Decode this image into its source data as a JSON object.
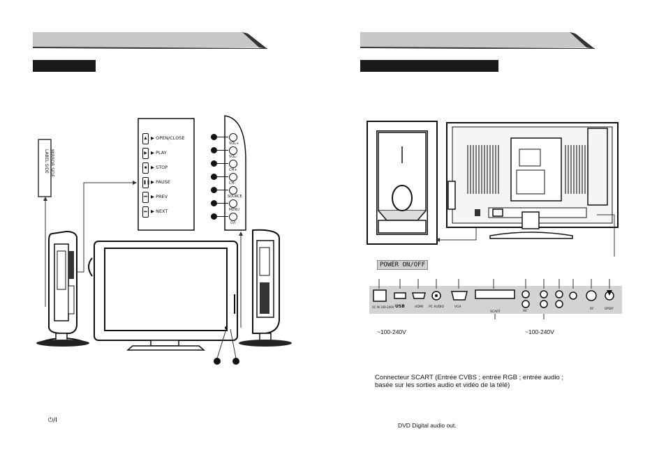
{
  "left_page": {
    "buttons": [
      {
        "icon": "eject-icon",
        "label": "OPEN/CLOSE"
      },
      {
        "icon": "play-icon",
        "label": "PLAY"
      },
      {
        "icon": "stop-icon",
        "label": "STOP"
      },
      {
        "icon": "pause-icon",
        "label": "PAUSE"
      },
      {
        "icon": "prev-icon",
        "label": "PREV"
      },
      {
        "icon": "next-icon",
        "label": "NEXT"
      }
    ],
    "side_buttons": [
      "VOL+",
      "VOL-",
      "CH+",
      "CH-",
      "SOURCE",
      "MENU",
      "⏻/I"
    ],
    "disc_labels": [
      "LABEL SIDE",
      "MIRROR SIDE"
    ],
    "power_note": "⏻/I"
  },
  "right_page": {
    "power_label": "POWER ON/OFF",
    "ports": [
      "AC IN 100-240V",
      "USB",
      "HDMI",
      "PC AUDIO",
      "VGA",
      "SCART",
      "AV",
      "RF",
      "SPDIF"
    ],
    "port_small_labels": [
      "",
      "",
      "",
      "",
      "",
      "",
      "",
      "",
      "",
      "",
      "",
      "",
      ""
    ],
    "voltage_left": "~100-240V",
    "voltage_right": "~100-240V",
    "scart_note_line1": "Connecteur SCART (Entrée CVBS ; entrée RGB ; entrée audio ;",
    "scart_note_line2": " basée sur les sorties audio et vidéo de la télé)",
    "spdif_note": "DVD Digital audio out."
  }
}
